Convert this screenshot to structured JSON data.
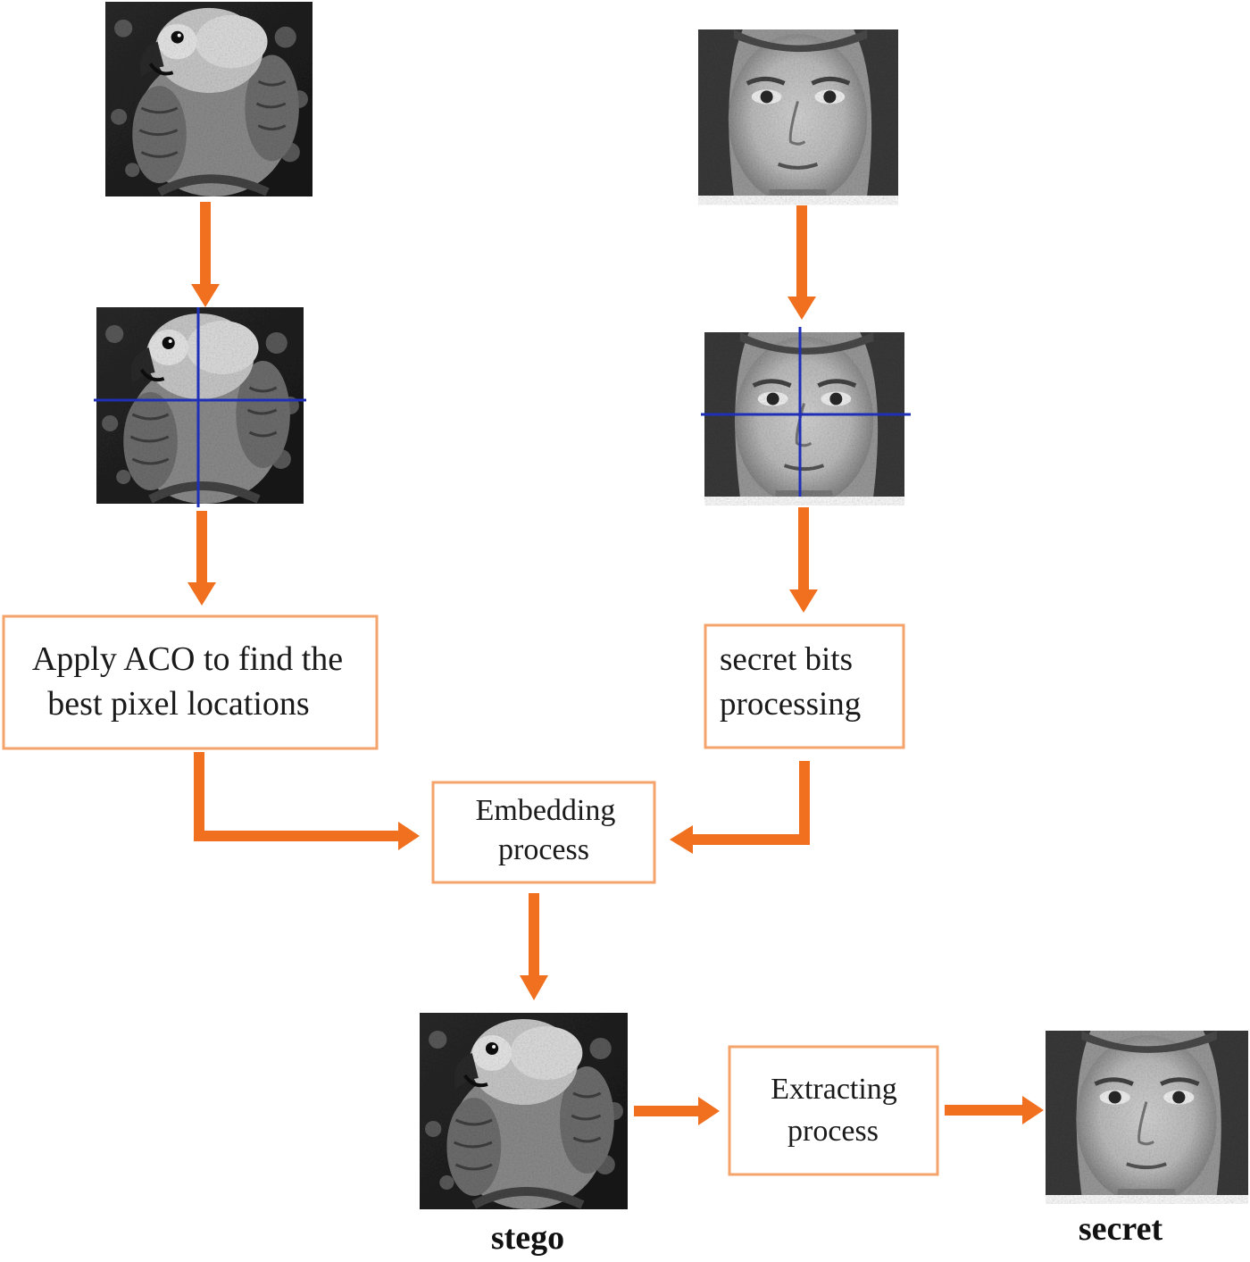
{
  "colors": {
    "arrow": "#f07020",
    "box_border": "#f4a36a",
    "grid_line": "#1f2fb8"
  },
  "images": {
    "cover": "parrot-cover-image",
    "cover_partitioned": "parrot-partitioned-image",
    "secret": "girl-secret-image",
    "secret_partitioned": "girl-partitioned-image",
    "stego": "parrot-stego-image",
    "recovered": "girl-recovered-image"
  },
  "boxes": {
    "aco": {
      "line1": "Apply ACO to find the",
      "line2": "best pixel locations"
    },
    "secret_bits": {
      "line1": "secret bits",
      "line2": "processing"
    },
    "embedding": {
      "line1": "Embedding",
      "line2": "process"
    },
    "extracting": {
      "line1": "Extracting",
      "line2": "process"
    }
  },
  "captions": {
    "stego": "stego",
    "secret": "secret"
  }
}
